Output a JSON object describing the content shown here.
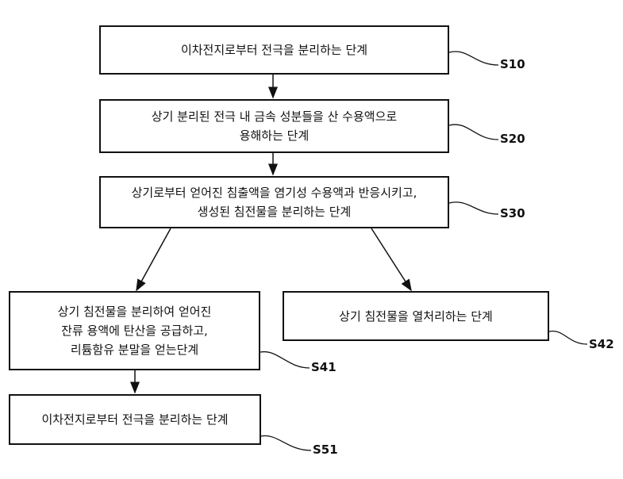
{
  "steps": {
    "s10": {
      "lines": [
        "이차전지로부터 전극을 분리하는 단계"
      ],
      "ref": "S10"
    },
    "s20": {
      "lines": [
        "상기 분리된 전극 내 금속 성분들을 산 수용액으로",
        "용해하는 단계"
      ],
      "ref": "S20"
    },
    "s30": {
      "lines": [
        "상기로부터 얻어진 침출액을 염기성 수용액과 반응시키고,",
        "생성된 침전물을 분리하는 단계"
      ],
      "ref": "S30"
    },
    "s41": {
      "lines": [
        "상기 침전물을 분리하여 얻어진",
        "잔류 용액에 탄산을 공급하고,",
        "리튬함유 분말을 얻는단계"
      ],
      "ref": "S41"
    },
    "s42": {
      "lines": [
        "상기 침전물을 열처리하는 단계"
      ],
      "ref": "S42"
    },
    "s51": {
      "lines": [
        "이차전지로부터 전극을 분리하는 단계"
      ],
      "ref": "S51"
    }
  }
}
